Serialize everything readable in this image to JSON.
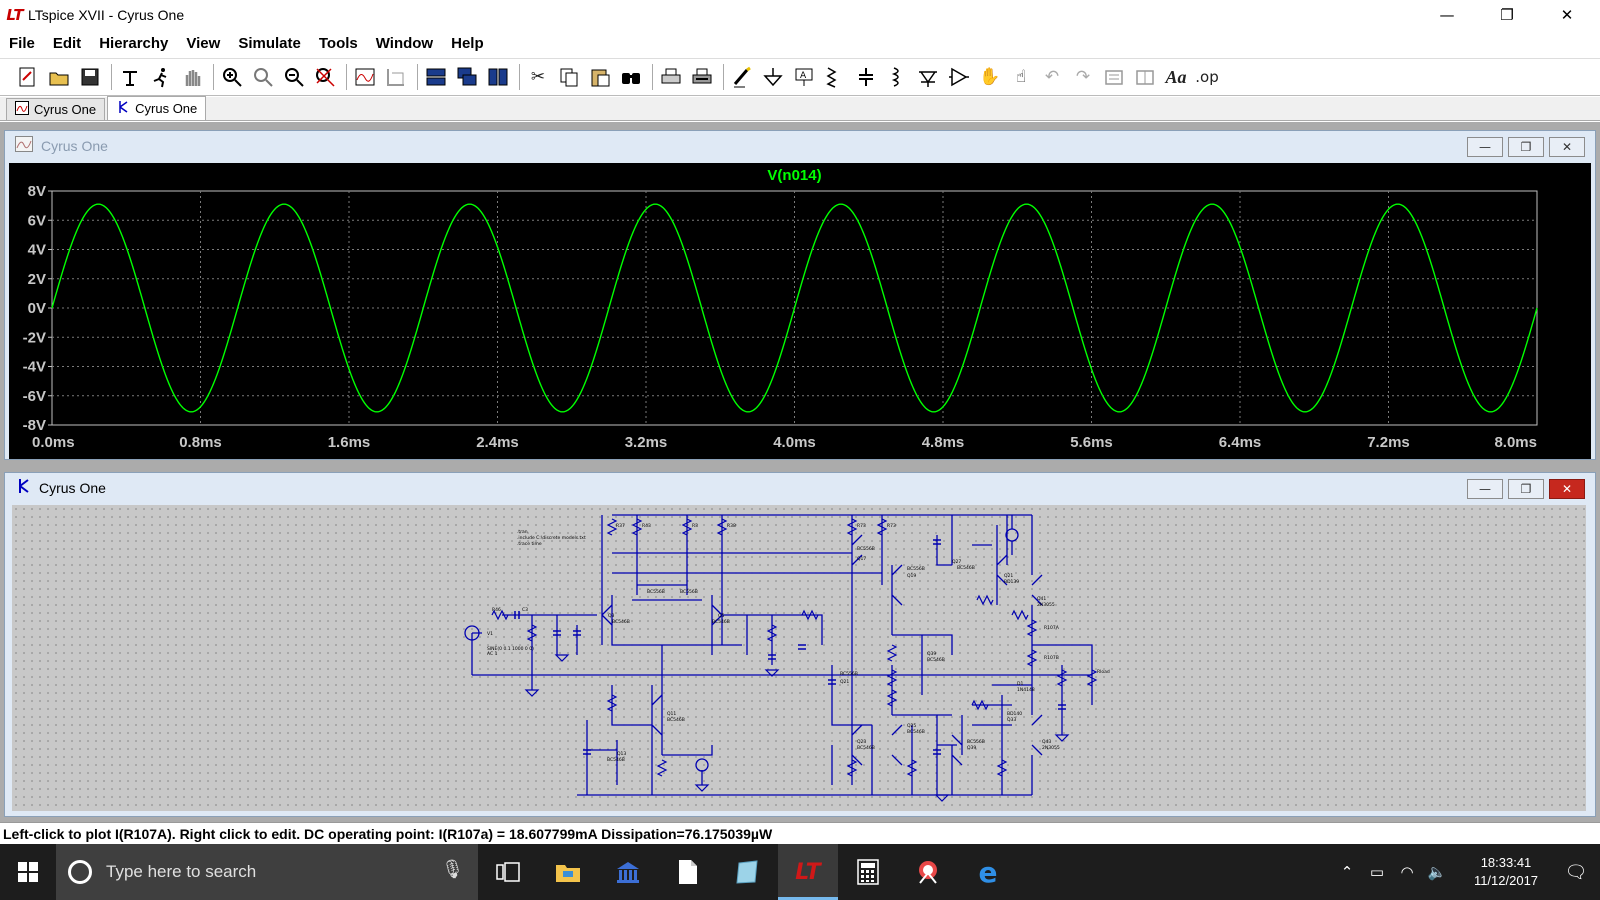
{
  "window": {
    "title": "LTspice XVII - Cyrus One",
    "logo": "LT",
    "minimize_glyph": "—",
    "maximize_glyph": "❐",
    "close_glyph": "✕"
  },
  "menu": [
    "File",
    "Edit",
    "Hierarchy",
    "View",
    "Simulate",
    "Tools",
    "Window",
    "Help"
  ],
  "toolbar": {
    "icons": [
      "new-schematic-icon",
      "open-icon",
      "save-icon",
      "control-panel-icon",
      "run-icon",
      "halt-icon",
      "zoom-in-icon",
      "zoom-pan-icon",
      "zoom-out-icon",
      "zoom-fit-icon",
      "autorange-icon",
      "grid-icon",
      "tile-horizontal-icon",
      "cascade-icon",
      "tile-vertical-icon",
      "cut-icon",
      "copy-icon",
      "paste-icon",
      "find-icon",
      "print-icon",
      "print-setup-icon",
      "wire-icon",
      "ground-icon",
      "label-icon",
      "resistor-icon",
      "capacitor-icon",
      "inductor-icon",
      "diode-icon",
      "component-icon",
      "move-icon",
      "drag-icon",
      "undo-icon",
      "redo-icon",
      "rotate-icon",
      "mirror-icon",
      "text-icon",
      "spice-directive-icon"
    ],
    "text_label": "Aa",
    "op_label": ".op"
  },
  "doc_tabs": [
    {
      "label": "Cyrus One",
      "icon": "waveform-icon",
      "active": false
    },
    {
      "label": "Cyrus One",
      "icon": "schematic-icon",
      "active": true
    }
  ],
  "plot_window": {
    "title": "Cyrus One",
    "trace_label": "V(n014)",
    "trace_color": "#00ff00"
  },
  "schematic_window": {
    "title": "Cyrus One"
  },
  "chart_data": {
    "type": "line",
    "title": "V(n014)",
    "xlabel": "",
    "ylabel": "",
    "x_unit": "ms",
    "y_unit": "V",
    "xlim": [
      0,
      8.0
    ],
    "ylim": [
      -8,
      8
    ],
    "x_ticks": [
      "0.0ms",
      "0.8ms",
      "1.6ms",
      "2.4ms",
      "3.2ms",
      "4.0ms",
      "4.8ms",
      "5.6ms",
      "6.4ms",
      "7.2ms",
      "8.0ms"
    ],
    "y_ticks": [
      "8V",
      "6V",
      "4V",
      "2V",
      "0V",
      "-2V",
      "-4V",
      "-6V",
      "-8V"
    ],
    "grid": true,
    "series": [
      {
        "name": "V(n014)",
        "color": "#00ff00",
        "amplitude": 7.1,
        "frequency_khz": 1.0,
        "cycles": 8
      }
    ]
  },
  "status": {
    "text": "Left-click to plot I(R107A).  Right click to edit.  DC operating point: I(R107a) = 18.607799mA   Dissipation=76.175039µW"
  },
  "taskbar": {
    "search_placeholder": "Type here to search",
    "apps": [
      "task-view-icon",
      "file-explorer-icon",
      "library-icon",
      "document-icon",
      "notepad-icon",
      "ltspice-icon",
      "calculator-icon",
      "snipping-icon",
      "edge-icon"
    ],
    "time": "18:33:41",
    "date": "11/12/2017"
  }
}
